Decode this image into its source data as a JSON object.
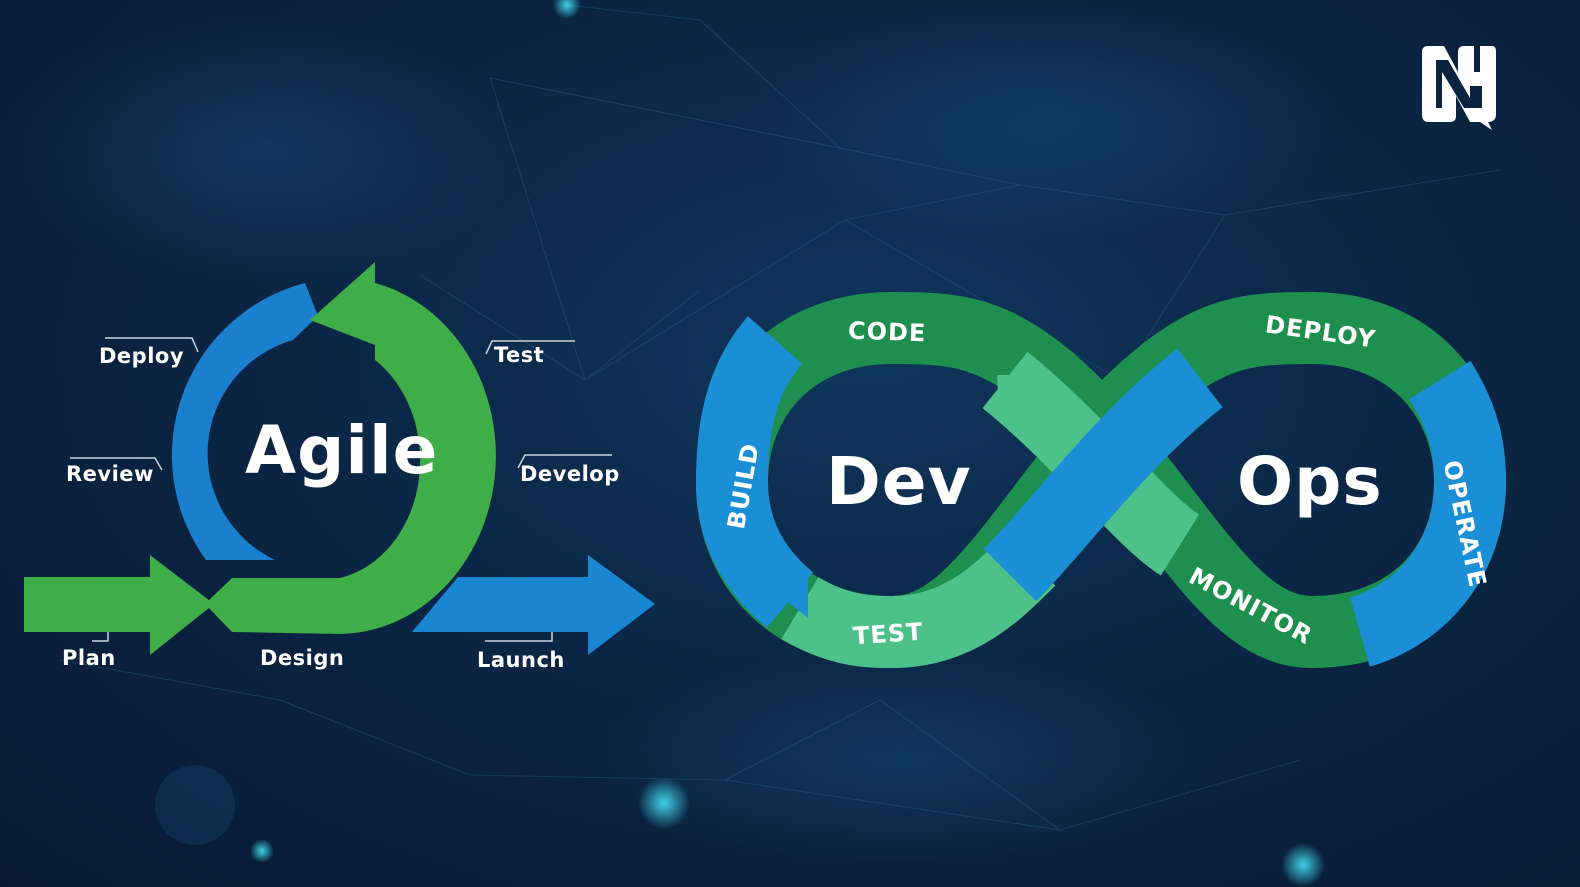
{
  "agile": {
    "title": "Agile",
    "stages": {
      "plan": "Plan",
      "design": "Design",
      "develop": "Develop",
      "test": "Test",
      "deploy": "Deploy",
      "review": "Review",
      "launch": "Launch"
    }
  },
  "devops": {
    "left": "Dev",
    "right": "Ops",
    "stages": {
      "code": "CODE",
      "build": "BUILD",
      "test": "TEST",
      "deploy": "DEPLOY",
      "operate": "OPERATE",
      "monitor": "MONITOR"
    }
  },
  "colors": {
    "background": "#0b2645",
    "green": "#3fae49",
    "light_green": "#4cc28a",
    "blue": "#1a8fd6",
    "dark_green": "#1e8f4e"
  },
  "logo": {
    "icon": "brand-logo-icon"
  }
}
